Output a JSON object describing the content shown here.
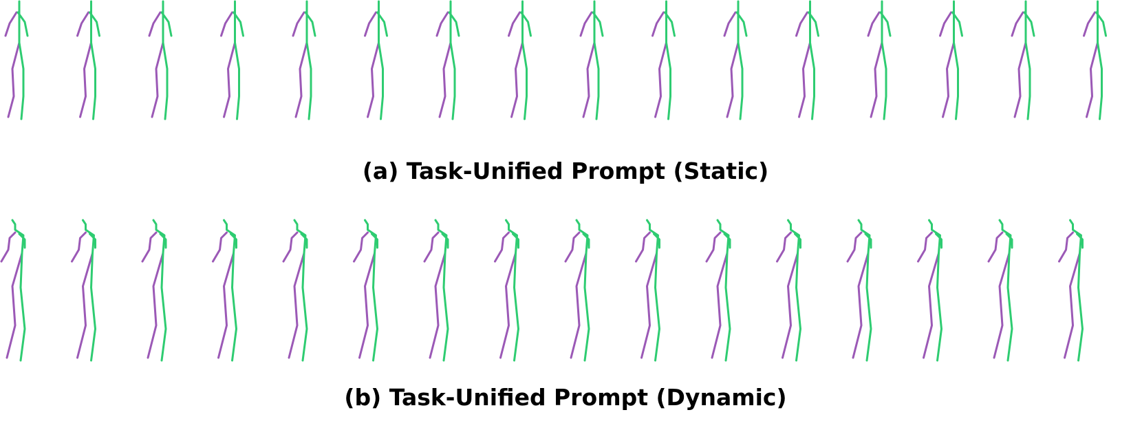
{
  "colors": {
    "left_limbs": "#9b59b6",
    "right_limbs": "#2ecc71",
    "background": "#ffffff",
    "caption": "#000000"
  },
  "figures": [
    {
      "id": "static",
      "caption": "(a) Task-Unified Prompt (Static)",
      "frame_count": 16,
      "pose": "upright-standing"
    },
    {
      "id": "dynamic",
      "caption": "(b) Task-Unified Prompt (Dynamic)",
      "frame_count": 16,
      "pose": "walking-stride"
    }
  ]
}
